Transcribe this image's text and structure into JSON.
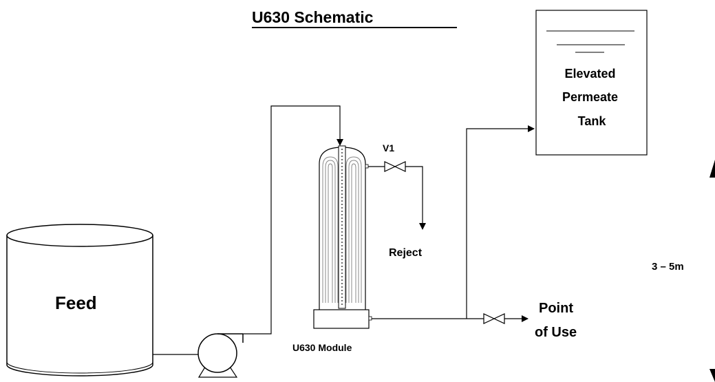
{
  "title": "U630 Schematic",
  "labels": {
    "feed": "Feed",
    "tank_line1": "Elevated",
    "tank_line2": "Permeate",
    "tank_line3": "Tank",
    "valve": "V1",
    "reject": "Reject",
    "module": "U630 Module",
    "point_line1": "Point",
    "point_line2": "of Use",
    "height": "3 – 5m"
  }
}
